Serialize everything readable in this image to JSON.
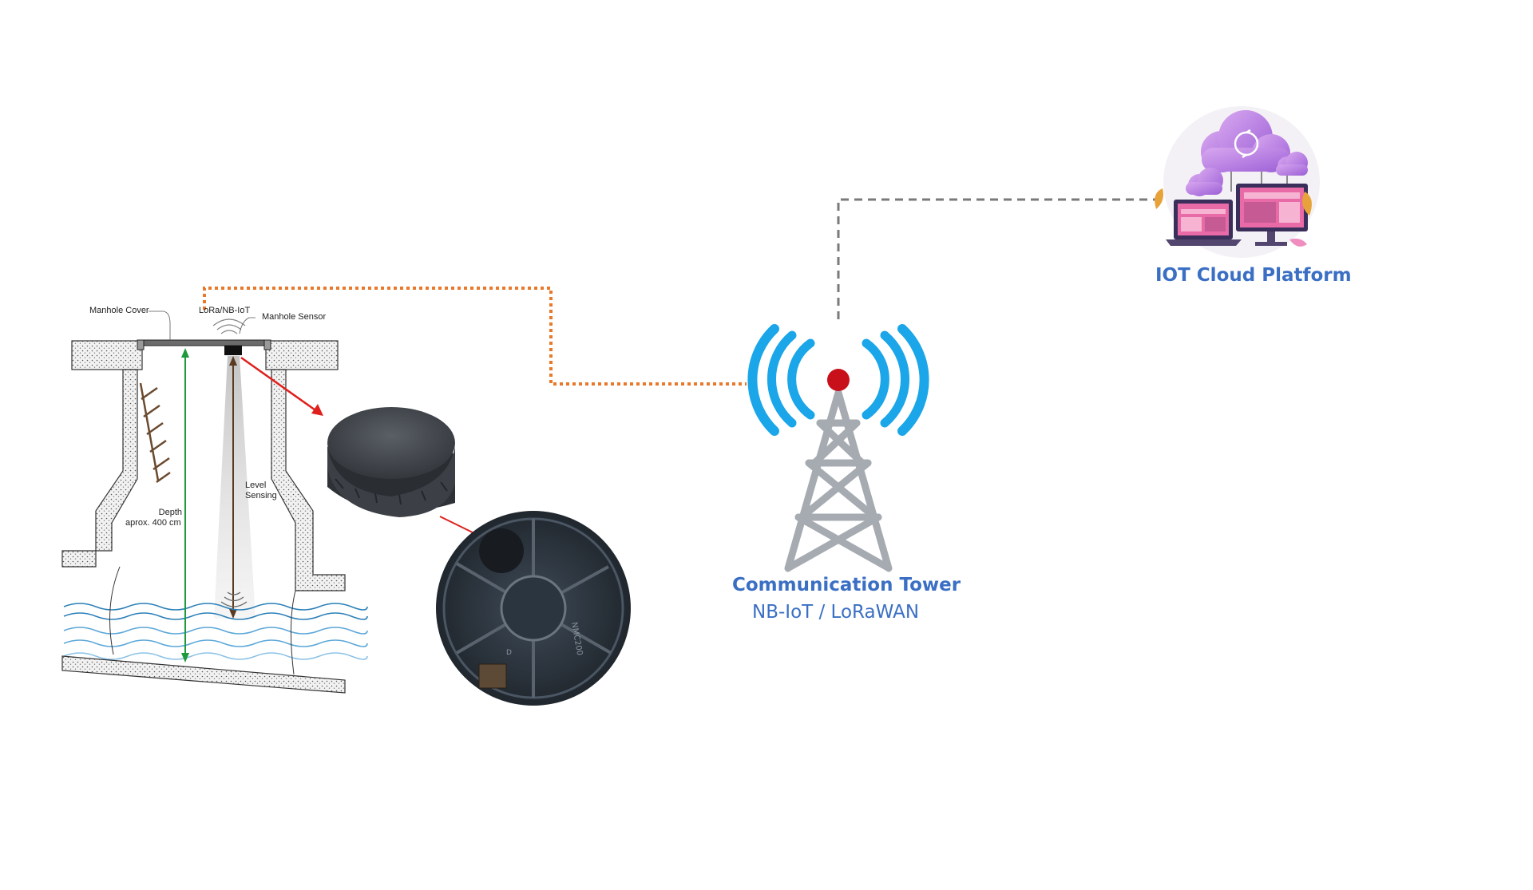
{
  "manhole": {
    "cover_label": "Manhole Cover",
    "radio_label": "LoRa/NB-IoT",
    "sensor_label": "Manhole Sensor",
    "level_label_line1": "Level",
    "level_label_line2": "Sensing",
    "depth_label_line1": "Depth",
    "depth_label_line2": "aprox. 400 cm"
  },
  "device_underside": {
    "marking_1": "NMC200",
    "marking_2": "D"
  },
  "tower": {
    "title": "Communication Tower",
    "subtitle": "NB-IoT / LoRaWAN"
  },
  "cloud": {
    "title": "IOT Cloud Platform"
  },
  "colors": {
    "link_device_tower": "#e8782a",
    "link_tower_cloud": "#7a7a7a",
    "wave_blue": "#1aa6e8",
    "tower_steel": "#a6abb2",
    "beacon_red": "#c8101a",
    "label_blue": "#3a6fc4",
    "pointer_red": "#e0201c",
    "depth_green": "#1e9a3c"
  }
}
